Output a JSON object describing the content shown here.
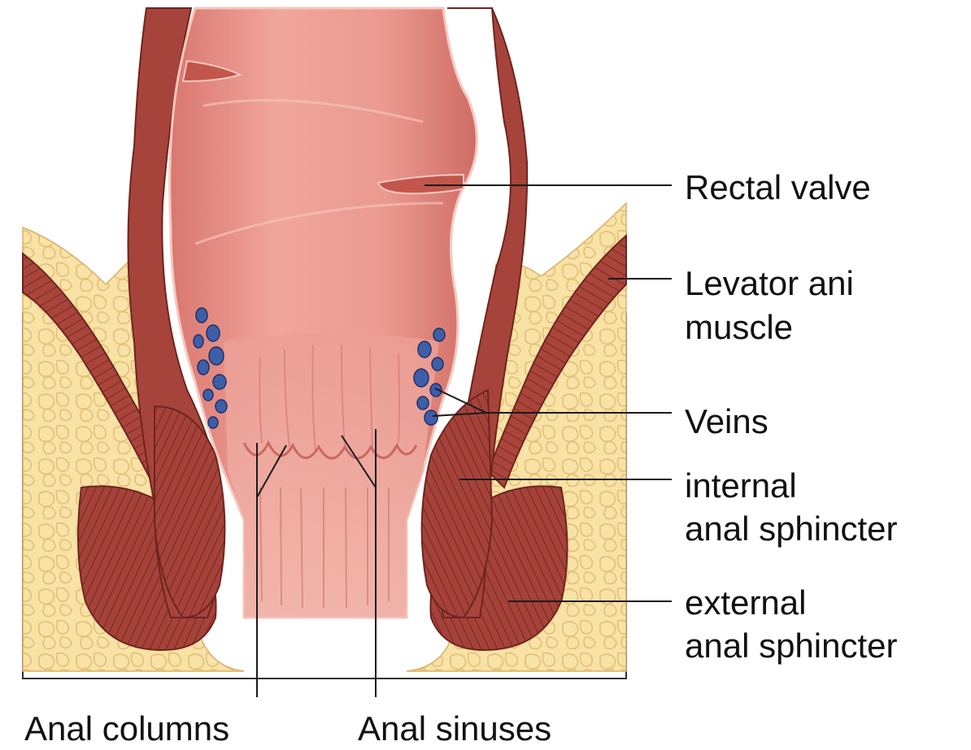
{
  "labels": {
    "rectal_valve": "Rectal valve",
    "levator_ani_line1": "Levator ani",
    "levator_ani_line2": "muscle",
    "veins": "Veins",
    "internal_line1": "internal",
    "internal_line2": "anal sphincter",
    "external_line1": "external",
    "external_line2": "anal sphincter",
    "anal_columns": "Anal columns",
    "anal_sinuses": "Anal sinuses"
  },
  "colors": {
    "fat": "#f7dfa0",
    "fat_blob": "#e9c97a",
    "muscle": "#a8433a",
    "muscle_dark": "#7d2a24",
    "mucosa": "#e9928a",
    "mucosa_light": "#f3b7ad",
    "lining": "#f6c9bf",
    "vein": "#3e5fa8",
    "vein_light": "#8fa7d9",
    "leader": "#1a1a1a"
  }
}
